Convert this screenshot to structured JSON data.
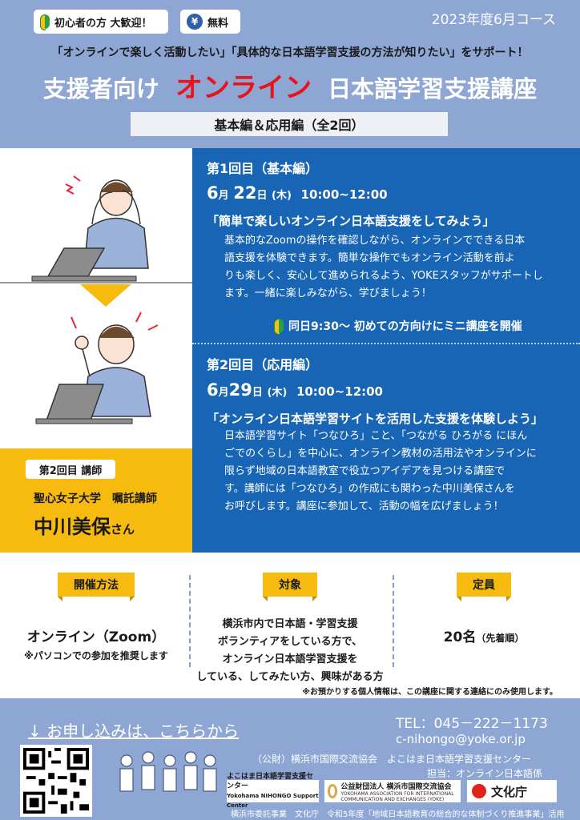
{
  "header": {
    "badge_beginner": "初心者の方 大歓迎！",
    "badge_free": "無料",
    "badge_free_icon": "¥",
    "course": "2023年度6月コース",
    "support_line": "「オンラインで楽しく活動したい」「具体的な日本語学習支援の方法が知りたい」をサポート！",
    "title_prefix": "支援者向け",
    "title_highlight": "オンライン",
    "title_suffix": "日本語学習支援講座",
    "subtitle": "基本編＆応用編（全2回）"
  },
  "session1": {
    "heading": "第1回目（基本編）",
    "month": "6",
    "month_unit": "月",
    "day": "22",
    "day_unit": "日",
    "weekday": "(木)",
    "time": "10:00~12:00",
    "title": "「簡単で楽しいオンライン日本語支援をしてみよう」",
    "body_lines": [
      "基本的なZoomの操作を確認しながら、オンラインでできる日本",
      "語支援を体験できます。簡単な操作でもオンライン活動を前よ",
      "りも楽しく、安心して進められるよう、YOKEスタッフがサポートし",
      "ます。一緒に楽しみながら、学びましょう！"
    ],
    "mini_note": "同日9:30～ 初めての方向けにミニ講座を開催"
  },
  "session2": {
    "heading": "第2回目（応用編）",
    "month": "6",
    "month_unit": "月",
    "day": "29",
    "day_unit": "日",
    "weekday": "(木)",
    "time": "10:00~12:00",
    "title": "「オンライン日本語学習サイトを活用した支援を体験しよう」",
    "body_lines": [
      "日本語学習サイト「つなひろ」こと、「つながる ひろがる にほん",
      "ごでのくらし」を中心に、オンライン教材の活用法やオンラインに",
      "限らず地域の日本語教室で役立つアイデアを見つける講座で",
      "す。講師には「つなひろ」の作成にも関わった中川美保さんを",
      "お呼びします。講座に参加して、活動の幅を広げましょう！"
    ]
  },
  "lecturer": {
    "badge": "第2回目 講師",
    "org": "聖心女子大学　嘱託講師",
    "name": "中川美保",
    "honorific": "さん"
  },
  "info": {
    "method_label": "開催方法",
    "method_main": "オンライン（Zoom）",
    "method_sub": "※パソコンでの参加を推奨します",
    "target_label": "対象",
    "target_lines": [
      "横浜市内で日本語・学習支援",
      "ボランティアをしている方で、",
      "オンライン日本語学習支援を",
      "している、してみたい方、興味がある方"
    ],
    "capacity_label": "定員",
    "capacity_main": "20名",
    "capacity_sub": "（先着順）"
  },
  "privacy_note": "※お預かりする個人情報は、この講座に関する連絡にのみ使用します。",
  "footer": {
    "apply": "↓ お申し込みは、こちらから",
    "tel": "TEL：045－222－1173",
    "email": "c-nihongo@yoke.or.jp",
    "org_line": "（公財）横浜市国際交流協会　よこはま日本語学習支援センター",
    "charge": "担当：オンライン日本語係",
    "logo_yoke_jp": "よこはま日本語学習支援センター",
    "logo_yoke_en": "Yokohama NIHONGO Support Center",
    "logo_yia_jp": "公益財団法人 横浜市国際交流協会",
    "logo_yia_en": "YOKOHAMA ASSOCIATION FOR INTERNATIONAL COMMUNICATION AND EXCHANGES (YOKE)",
    "logo_bunka": "文化庁",
    "bottom_note": "横浜市委託事業　文化庁　令和5年度「地域日本語教育の総合的な体制づくり推進事業」活用"
  },
  "colors": {
    "header_bg": "#8ea6d4",
    "session_bg": "#1765b4",
    "accent_yellow": "#f7bb10",
    "title_red": "#e8141b"
  }
}
